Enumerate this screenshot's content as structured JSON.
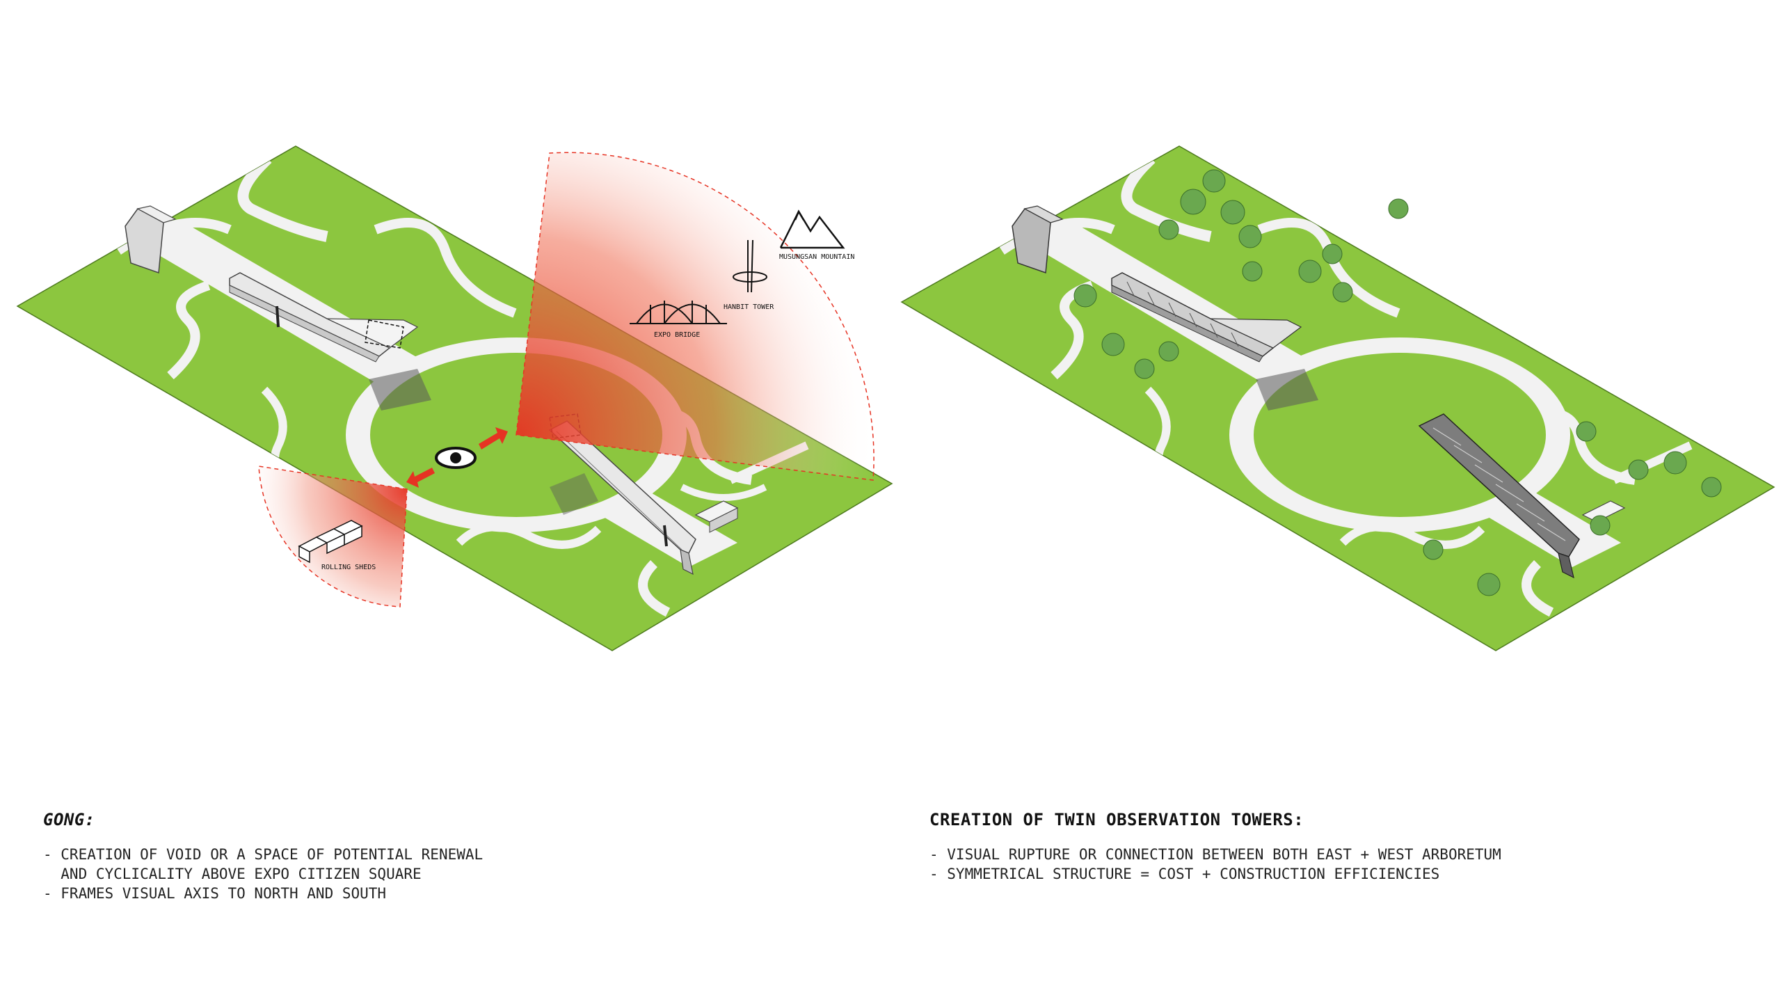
{
  "labels": {
    "expo_bridge": "EXPO BRIDGE",
    "hanbit_tower": "HANBIT TOWER",
    "musungsan_mountain": "MUSUNGSAN MOUNTAIN",
    "rolling_sheds": "ROLLING SHEDS"
  },
  "captions": {
    "left": {
      "heading": "GONG:",
      "lines": [
        "- CREATION OF VOID OR A SPACE OF POTENTIAL RENEWAL",
        "  AND CYCLICALITY ABOVE EXPO CITIZEN SQUARE",
        "- FRAMES VISUAL AXIS TO NORTH AND SOUTH"
      ]
    },
    "right": {
      "heading": "CREATION OF TWIN OBSERVATION TOWERS:",
      "lines": [
        "- VISUAL RUPTURE OR CONNECTION BETWEEN BOTH EAST + WEST ARBORETUM",
        "- SYMMETRICAL STRUCTURE = COST + CONSTRUCTION EFFICIENCIES"
      ]
    }
  },
  "colors": {
    "grass": "#8cc63f",
    "path": "#f2f2f2",
    "accent_red": "#e63323",
    "tree": "#6aa84f"
  }
}
